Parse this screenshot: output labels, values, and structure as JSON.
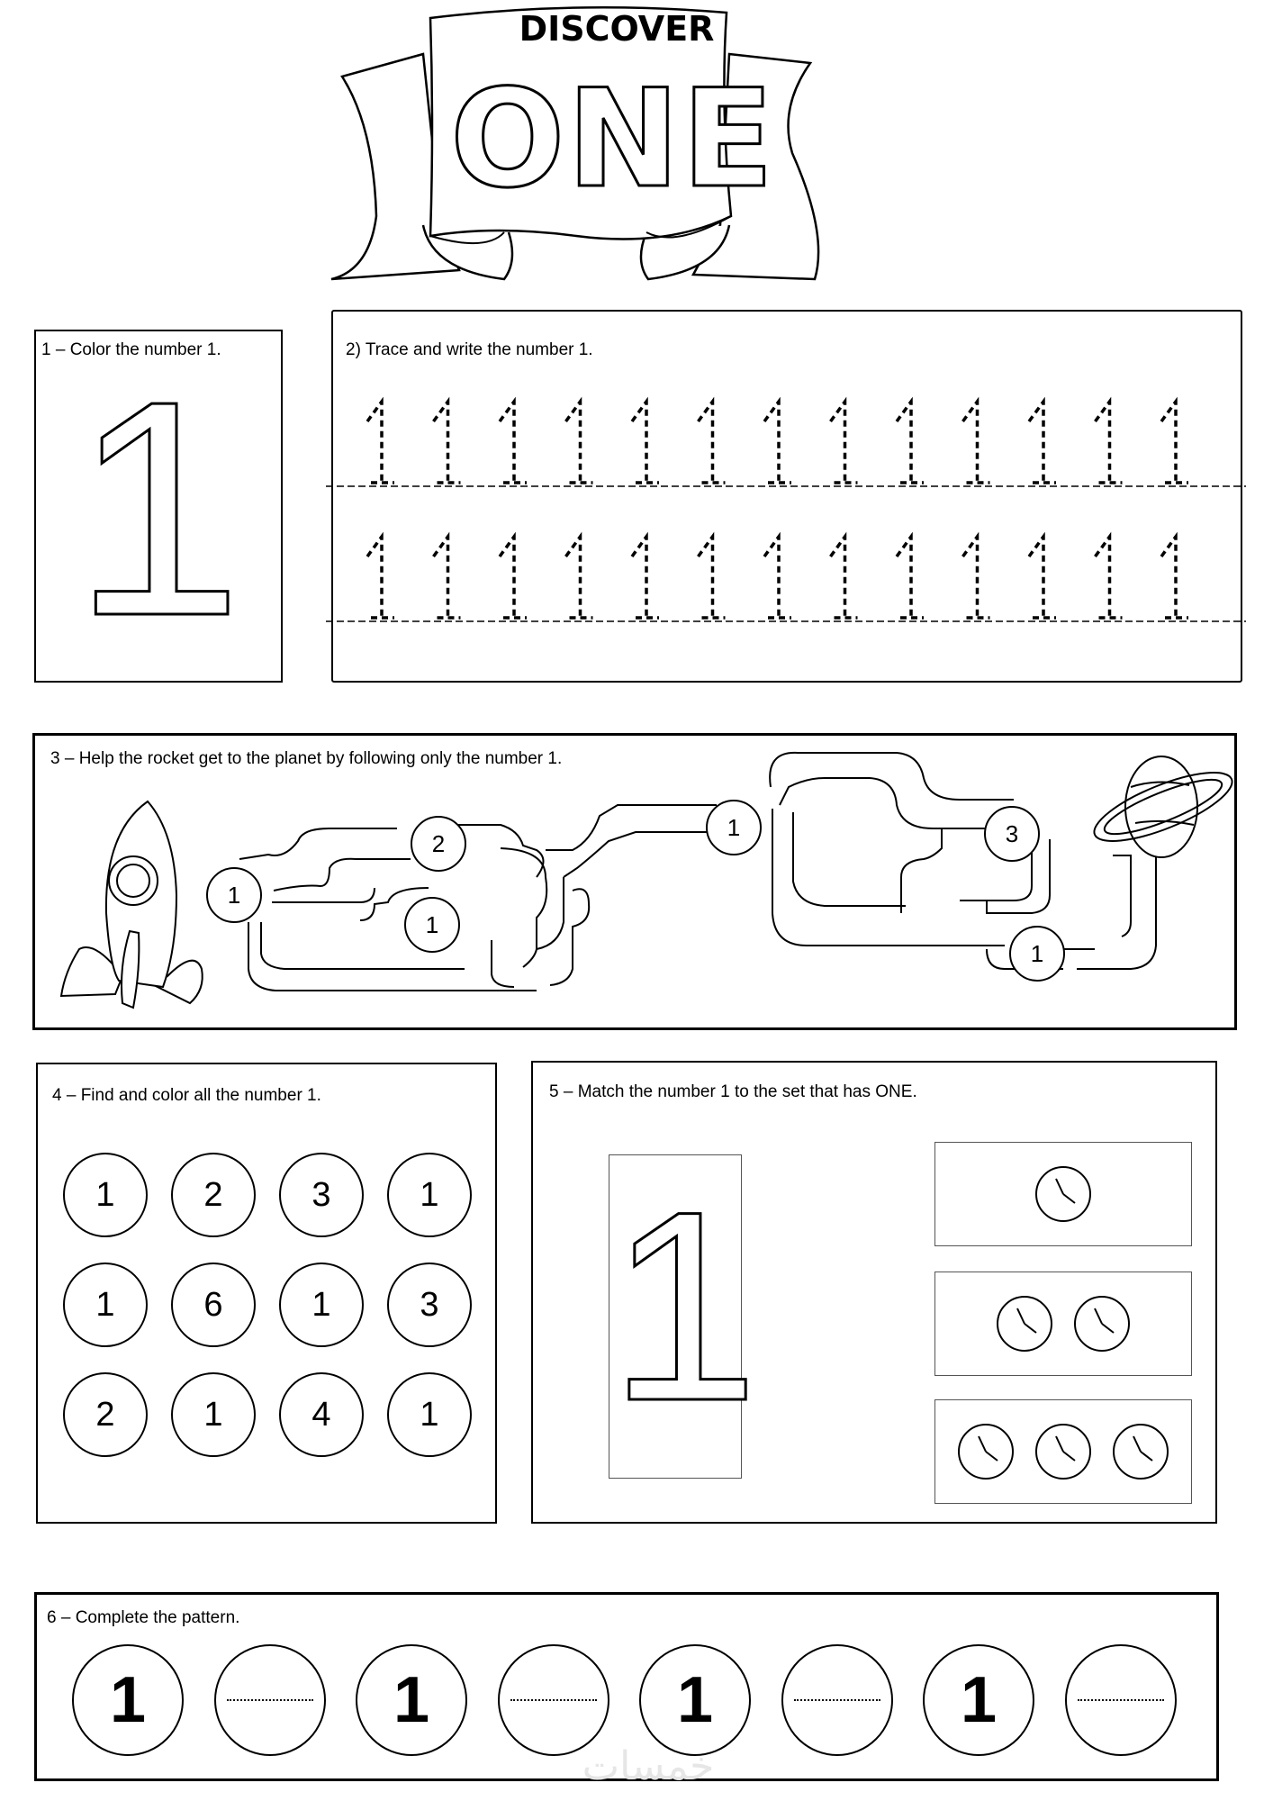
{
  "header": {
    "discover": "DISCOVER",
    "title": "ONE"
  },
  "activities": {
    "color_number": {
      "instruction": "1 – Color the number 1.",
      "glyph": "1"
    },
    "trace": {
      "instruction": "2) Trace and write the number 1.",
      "digit": "1",
      "rows": 2,
      "per_row": 13
    },
    "maze": {
      "instruction": "3 – Help the rocket get to the planet by following only the number 1.",
      "nodes": [
        "1",
        "2",
        "1",
        "1",
        "3",
        "1"
      ]
    },
    "find_color": {
      "instruction": "4 – Find and color all the number 1.",
      "grid": [
        [
          "1",
          "2",
          "3",
          "1"
        ],
        [
          "1",
          "6",
          "1",
          "3"
        ],
        [
          "2",
          "1",
          "4",
          "1"
        ]
      ]
    },
    "match": {
      "instruction": "5 – Match the number 1 to the set that has ONE.",
      "glyph": "1",
      "sets": [
        1,
        2,
        3
      ]
    },
    "pattern": {
      "instruction": "6 – Complete the pattern.",
      "items": [
        "1",
        "",
        "1",
        "",
        "1",
        "",
        "1",
        ""
      ]
    }
  },
  "watermark": "خمسات"
}
